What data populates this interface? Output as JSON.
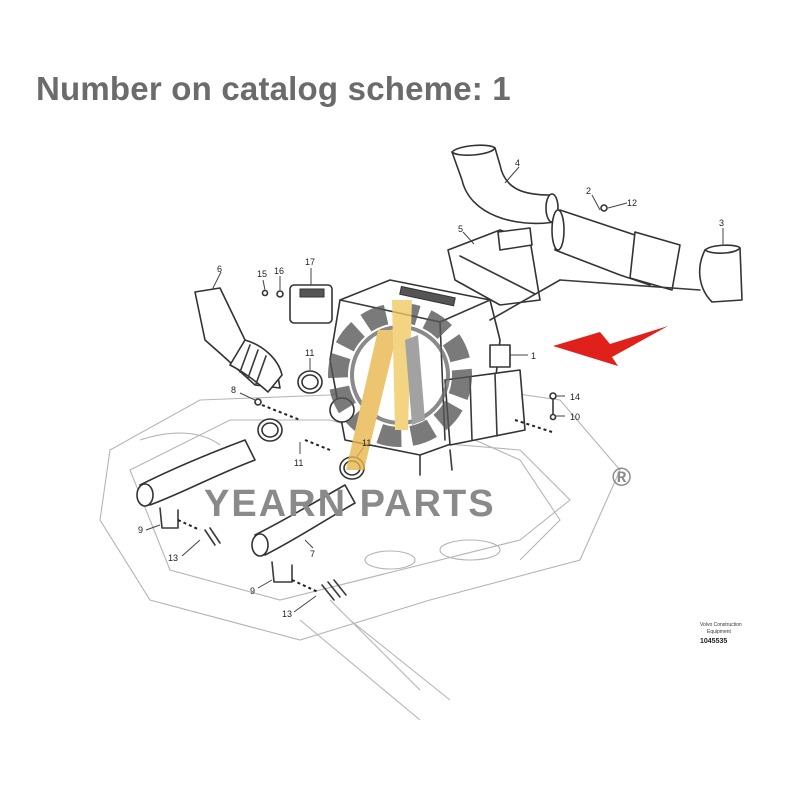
{
  "heading": "Number on catalog scheme: 1",
  "callouts": {
    "c1": "1",
    "c2": "2",
    "c3": "3",
    "c4": "4",
    "c5": "5",
    "c6": "6",
    "c7": "7",
    "c8": "8",
    "c9a": "9",
    "c9b": "9",
    "c10": "10",
    "c11a": "11",
    "c11b": "11",
    "c11c": "11",
    "c12": "12",
    "c13a": "13",
    "c13b": "13",
    "c14": "14",
    "c15": "15",
    "c16": "16",
    "c17": "17"
  },
  "watermark": {
    "text": "YEARN PARTS",
    "registered": "®"
  },
  "footer": {
    "line1": "Volvo Construction",
    "line2": "Equipment",
    "number": "1045535"
  },
  "colors": {
    "arrow": "#e0201b",
    "watermark": "#8a8a8a",
    "gear": "#555555",
    "heading": "#6b6b6b"
  }
}
